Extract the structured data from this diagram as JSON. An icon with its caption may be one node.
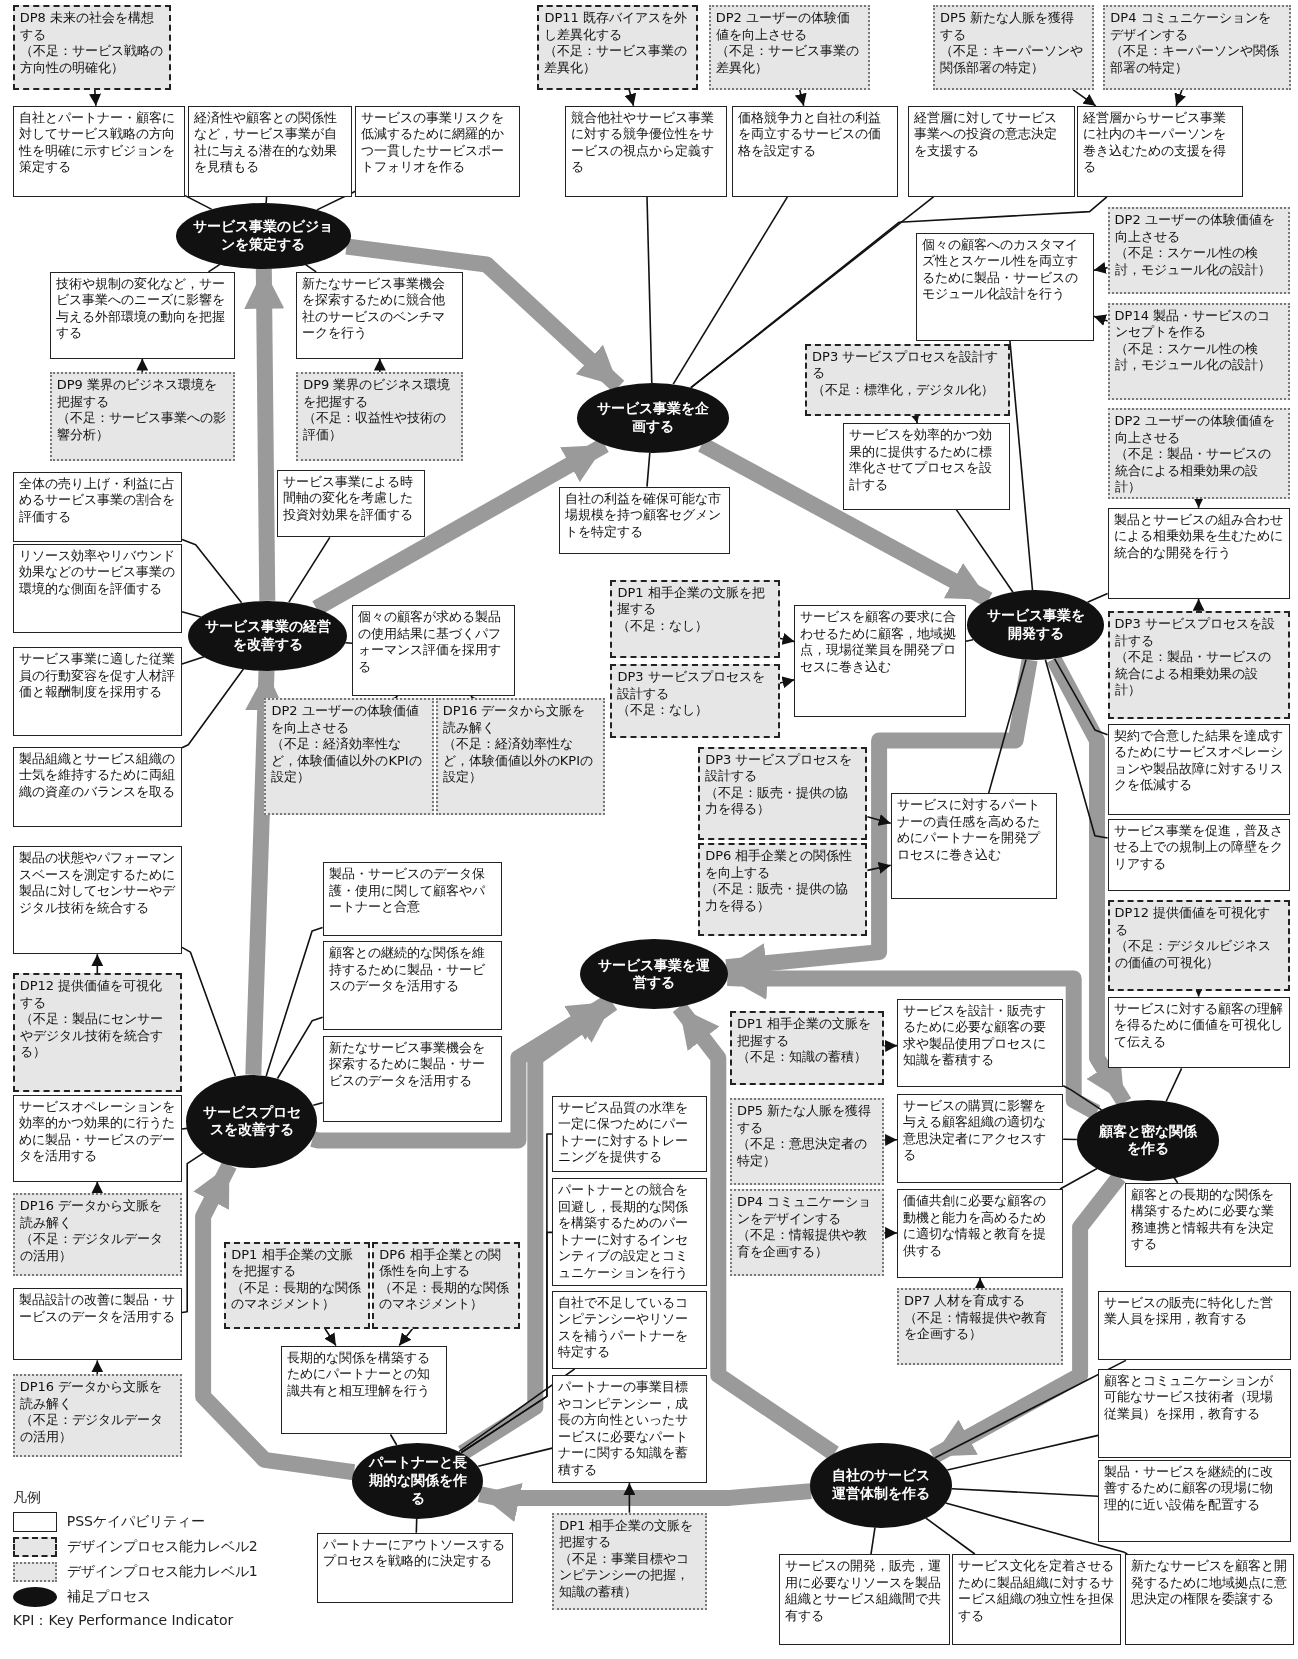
{
  "diagram": {
    "nodes": [
      {
        "text": [
          "DP8 未来の社会を構想する",
          "（不足：サービス戦略の方向性の明確化）"
        ]
      },
      {
        "text": [
          "DP11 既存バイアスを外し差異化する",
          "（不足：サービス事業の差異化）"
        ]
      },
      {
        "text": [
          "DP2 ユーザーの体験価値を向上させる",
          "（不足：サービス事業の差異化）"
        ]
      },
      {
        "text": [
          "DP5 新たな人脈を獲得する",
          "（不足：キーパーソンや関係部署の特定）"
        ]
      },
      {
        "text": [
          "DP4 コミュニケーションをデザインする",
          "（不足：キーパーソンや関係部署の特定）"
        ]
      },
      {
        "text": [
          "自社とパートナー・顧客に対してサービス戦略の方向性を明確に示すビジョンを策定する"
        ]
      },
      {
        "text": [
          "経済性や顧客との関係性など，サービス事業が自社に与える潜在的な効果を見積もる"
        ]
      },
      {
        "text": [
          "サービスの事業リスクを低減するために網羅的かつ一貫したサービスポートフォリオを作る"
        ]
      },
      {
        "text": [
          "競合他社やサービス事業に対する競争優位性をサービスの視点から定義する"
        ]
      },
      {
        "text": [
          "価格競争力と自社の利益を両立するサービスの価格を設定する"
        ]
      },
      {
        "text": [
          "経営層に対してサービス事業への投資の意志決定を支援する"
        ]
      },
      {
        "text": [
          "経営層からサービス事業に社内のキーパーソンを巻き込むための支援を得る"
        ]
      },
      {
        "text": [
          "サービス事業のビジョンを策定する"
        ]
      },
      {
        "text": [
          "技術や規制の変化など，サービス事業へのニーズに影響を与える外部環境の動向を把握する"
        ]
      },
      {
        "text": [
          "新たなサービス事業機会を探索するために競合他社のサービスのベンチマークを行う"
        ]
      },
      {
        "text": [
          "個々の顧客へのカスタマイズ性とスケール性を両立するために製品・サービスのモジュール化設計を行う"
        ]
      },
      {
        "text": [
          "DP2 ユーザーの体験価値を向上させる",
          "（不足：スケール性の検討，モジュール化の設計）"
        ]
      },
      {
        "text": [
          "DP14 製品・サービスのコンセプトを作る",
          "（不足：スケール性の検討，モジュール化の設計）"
        ]
      },
      {
        "text": [
          "DP9 業界のビジネス環境を把握する",
          "（不足：サービス事業への影響分析）"
        ]
      },
      {
        "text": [
          "DP9 業界のビジネス環境を把握する",
          "（不足：収益性や技術の評価）"
        ]
      },
      {
        "text": [
          "DP3 サービスプロセスを設計する",
          "（不足：標準化，デジタル化）"
        ]
      },
      {
        "text": [
          "サービス事業を企画する"
        ]
      },
      {
        "text": [
          "サービスを効率的かつ効果的に提供するために標準化させてプロセスを設計する"
        ]
      },
      {
        "text": [
          "DP2 ユーザーの体験価値を向上させる",
          "（不足：製品・サービスの統合による相乗効果の設計）"
        ]
      },
      {
        "text": [
          "全体の売り上げ・利益に占めるサービス事業の割合を評価する"
        ]
      },
      {
        "text": [
          "サービス事業による時間軸の変化を考慮した投資対効果を評価する"
        ]
      },
      {
        "text": [
          "自社の利益を確保可能な市場規模を持つ顧客セグメントを特定する"
        ]
      },
      {
        "text": [
          "製品とサービスの組み合わせによる相乗効果を生むために統合的な開発を行う"
        ]
      },
      {
        "text": [
          "リソース効率やリバウンド効果などのサービス事業の環境的な側面を評価する"
        ]
      },
      {
        "text": [
          "サービス事業の経営を改善する"
        ]
      },
      {
        "text": [
          "個々の顧客が求める製品の使用結果に基づくパフォーマンス評価を採用する"
        ]
      },
      {
        "text": [
          "DP1 相手企業の文脈を把握する",
          "（不足：なし）"
        ]
      },
      {
        "text": [
          "サービスを顧客の要求に合わせるために顧客，地域拠点，現場従業員を開発プロセスに巻き込む"
        ]
      },
      {
        "text": [
          "サービス事業を開発する"
        ]
      },
      {
        "text": [
          "DP3 サービスプロセスを設計する",
          "（不足：製品・サービスの統合による相乗効果の設計）"
        ]
      },
      {
        "text": [
          "DP3 サービスプロセスを設計する",
          "（不足：なし）"
        ]
      },
      {
        "text": [
          "サービス事業に適した従業員の行動変容を促す人材評価と報酬制度を採用する"
        ]
      },
      {
        "text": [
          "DP2 ユーザーの体験価値を向上させる",
          "（不足：経済効率性など，体験価値以外のKPIの設定）"
        ]
      },
      {
        "text": [
          "DP16 データから文脈を読み解く",
          "（不足：経済効率性など，体験価値以外のKPIの設定）"
        ]
      },
      {
        "text": [
          "契約で合意した結果を達成するためにサービスオペレーションや製品故障に対するリスクを低減する"
        ]
      },
      {
        "text": [
          "製品組織とサービス組織の士気を維持するために両組織の資産のバランスを取る"
        ]
      },
      {
        "text": [
          "DP3 サービスプロセスを設計する",
          "（不足：販売・提供の協力を得る）"
        ]
      },
      {
        "text": [
          "サービスに対するパートナーの責任感を高めるためにパートナーを開発プロセスに巻き込む"
        ]
      },
      {
        "text": [
          "DP6 相手企業との関係性を向上する",
          "（不足：販売・提供の協力を得る）"
        ]
      },
      {
        "text": [
          "サービス事業を促進，普及させる上での規制上の障壁をクリアする"
        ]
      },
      {
        "text": [
          "製品の状態やパフォーマンスベースを測定するために製品に対してセンサーやデジタル技術を統合する"
        ]
      },
      {
        "text": [
          "製品・サービスのデータ保護・使用に関して顧客やパートナーと合意"
        ]
      },
      {
        "text": [
          "DP12 提供価値を可視化する",
          "（不足：デジタルビジネスの価値の可視化）"
        ]
      },
      {
        "text": [
          "サービス事業を運営する"
        ]
      },
      {
        "text": [
          "顧客との継続的な関係を維持するために製品・サービスのデータを活用する"
        ]
      },
      {
        "text": [
          "DP12 提供価値を可視化する",
          "（不足：製品にセンサーやデジタル技術を統合する）"
        ]
      },
      {
        "text": [
          "サービスに対する顧客の理解を得るために価値を可視化して伝える"
        ]
      },
      {
        "text": [
          "DP1 相手企業の文脈を把握する",
          "（不足：知識の蓄積）"
        ]
      },
      {
        "text": [
          "サービスを設計・販売するために必要な顧客の要求や製品使用プロセスに知識を蓄積する"
        ]
      },
      {
        "text": [
          "新たなサービス事業機会を探索するために製品・サービスのデータを活用する"
        ]
      },
      {
        "text": [
          "サービスオペレーションを効率的かつ効果的に行うために製品・サービスのデータを活用する"
        ]
      },
      {
        "text": [
          "サービスプロセスを改善する"
        ]
      },
      {
        "text": [
          "顧客と密な関係を作る"
        ]
      },
      {
        "text": [
          "サービス品質の水準を一定に保つためにパートナーに対するトレーニングを提供する"
        ]
      },
      {
        "text": [
          "DP5 新たな人脈を獲得する",
          "（不足：意思決定者の特定）"
        ]
      },
      {
        "text": [
          "サービスの購買に影響を与える顧客組織の適切な意思決定者にアクセスする"
        ]
      },
      {
        "text": [
          "DP4 コミュニケーションをデザインする",
          "（不足：情報提供や教育を企画する）"
        ]
      },
      {
        "text": [
          "価値共創に必要な顧客の動機と能力を高めるために適切な情報と教育を提供する"
        ]
      },
      {
        "text": [
          "顧客との長期的な関係を構築するために必要な業務連携と情報共有を決定する"
        ]
      },
      {
        "text": [
          "DP16 データから文脈を読み解く",
          "（不足：デジタルデータの活用）"
        ]
      },
      {
        "text": [
          "パートナーとの競合を回避し，長期的な関係を構築するためのパートナーに対するインセンティブの設定とコミュニケーションを行う"
        ]
      },
      {
        "text": [
          "DP1 相手企業の文脈を把握する",
          "（不足：長期的な関係のマネジメント）"
        ]
      },
      {
        "text": [
          "DP6 相手企業との関係性を向上する",
          "（不足：長期的な関係のマネジメント）"
        ]
      },
      {
        "text": [
          "製品設計の改善に製品・サービスのデータを活用する"
        ]
      },
      {
        "text": [
          "DP7 人材を育成する",
          "（不足：情報提供や教育を企画する）"
        ]
      },
      {
        "text": [
          "サービスの販売に特化した営業人員を採用，教育する"
        ]
      },
      {
        "text": [
          "長期的な関係を構築するためにパートナーとの知識共有と相互理解を行う"
        ]
      },
      {
        "text": [
          "自社で不足しているコンピテンシーやリソースを補うパートナーを特定する"
        ]
      },
      {
        "text": [
          "顧客とコミュニケーションが可能なサービス技術者（現場従業員）を採用，教育する"
        ]
      },
      {
        "text": [
          "DP16 データから文脈を読み解く",
          "（不足：デジタルデータの活用）"
        ]
      },
      {
        "text": [
          "パートナーの事業目標やコンピテンシー，成長の方向性といったサービスに必要なパートナーに関する知識を蓄積する"
        ]
      },
      {
        "text": [
          "パートナーと長期的な関係を作る"
        ]
      },
      {
        "text": [
          "自社のサービス運営体制を作る"
        ]
      },
      {
        "text": [
          "製品・サービスを継続的に改善するために顧客の現場に物理的に近い設備を配置する"
        ]
      },
      {
        "text": [
          "パートナーにアウトソースするプロセスを戦略的に決定する"
        ]
      },
      {
        "text": [
          "DP1 相手企業の文脈を把握する",
          "（不足：事業目標やコンピテンシーの把握，知識の蓄積）"
        ]
      },
      {
        "text": [
          "サービスの開発，販売，運用に必要なリソースを製品組織とサービス組織間で共有する"
        ]
      },
      {
        "text": [
          "サービス文化を定着させるために製品組織に対するサービス組織の独立性を担保する"
        ]
      },
      {
        "text": [
          "新たなサービスを顧客と開発するために地域拠点に意思決定の権限を委譲する"
        ]
      }
    ],
    "edges": [
      {
        "from": 0,
        "to": 5,
        "arrow": "to"
      },
      {
        "from": 1,
        "to": 8,
        "arrow": "to"
      },
      {
        "from": 2,
        "to": 9,
        "arrow": "to"
      },
      {
        "from": 3,
        "to": 11,
        "arrow": "to"
      },
      {
        "from": 4,
        "to": 11,
        "arrow": "to"
      },
      {
        "from": 16,
        "to": 15,
        "arrow": "to"
      },
      {
        "from": 17,
        "to": 15,
        "arrow": "to"
      },
      {
        "from": 18,
        "to": 13,
        "arrow": "to"
      },
      {
        "from": 19,
        "to": 14,
        "arrow": "to"
      },
      {
        "from": 20,
        "to": 22,
        "arrow": "to"
      },
      {
        "from": 23,
        "to": 27,
        "arrow": "to"
      },
      {
        "from": 34,
        "to": 27,
        "arrow": "to"
      },
      {
        "from": 37,
        "to": 30,
        "arrow": "to"
      },
      {
        "from": 38,
        "to": 30,
        "arrow": "to"
      },
      {
        "from": 31,
        "to": 32,
        "arrow": "to"
      },
      {
        "from": 35,
        "to": 32,
        "arrow": "to"
      },
      {
        "from": 41,
        "to": 42,
        "arrow": "to"
      },
      {
        "from": 43,
        "to": 42,
        "arrow": "to"
      },
      {
        "from": 47,
        "to": 51,
        "arrow": "to"
      },
      {
        "from": 50,
        "to": 45,
        "arrow": "to"
      },
      {
        "from": 52,
        "to": 53,
        "arrow": "to"
      },
      {
        "from": 59,
        "to": 60,
        "arrow": "to"
      },
      {
        "from": 61,
        "to": 62,
        "arrow": "to"
      },
      {
        "from": 69,
        "to": 62,
        "arrow": "to"
      },
      {
        "from": 64,
        "to": 55,
        "arrow": "to"
      },
      {
        "from": 74,
        "to": 68,
        "arrow": "to"
      },
      {
        "from": 66,
        "to": 71,
        "arrow": "to"
      },
      {
        "from": 67,
        "to": 71,
        "arrow": "to"
      },
      {
        "from": 80,
        "to": 75,
        "arrow": "to"
      },
      {
        "from": 12,
        "to": 5,
        "arrow": "none"
      },
      {
        "from": 12,
        "to": 6,
        "arrow": "none"
      },
      {
        "from": 12,
        "to": 7,
        "arrow": "none"
      },
      {
        "from": 12,
        "to": 13,
        "arrow": "none"
      },
      {
        "from": 12,
        "to": 14,
        "arrow": "none"
      },
      {
        "from": 21,
        "to": 8,
        "arrow": "none"
      },
      {
        "from": 21,
        "to": 9,
        "arrow": "none"
      },
      {
        "from": 21,
        "to": 10,
        "arrow": "none"
      },
      {
        "from": 21,
        "to": 11,
        "arrow": "none"
      },
      {
        "from": 21,
        "to": 26,
        "arrow": "none"
      },
      {
        "from": 33,
        "to": 15,
        "arrow": "none"
      },
      {
        "from": 33,
        "to": 22,
        "arrow": "none"
      },
      {
        "from": 33,
        "to": 27,
        "arrow": "none"
      },
      {
        "from": 33,
        "to": 32,
        "arrow": "none"
      },
      {
        "from": 33,
        "to": 42,
        "arrow": "none"
      },
      {
        "from": 33,
        "to": 39,
        "arrow": "none"
      },
      {
        "from": 33,
        "to": 44,
        "arrow": "none"
      },
      {
        "from": 29,
        "to": 24,
        "arrow": "none"
      },
      {
        "from": 29,
        "to": 25,
        "arrow": "none"
      },
      {
        "from": 29,
        "to": 28,
        "arrow": "none"
      },
      {
        "from": 29,
        "to": 36,
        "arrow": "none"
      },
      {
        "from": 29,
        "to": 40,
        "arrow": "none"
      },
      {
        "from": 29,
        "to": 30,
        "arrow": "none"
      },
      {
        "from": 56,
        "to": 45,
        "arrow": "none"
      },
      {
        "from": 56,
        "to": 46,
        "arrow": "none"
      },
      {
        "from": 56,
        "to": 49,
        "arrow": "none"
      },
      {
        "from": 56,
        "to": 54,
        "arrow": "none"
      },
      {
        "from": 56,
        "to": 55,
        "arrow": "none"
      },
      {
        "from": 56,
        "to": 68,
        "arrow": "none"
      },
      {
        "from": 57,
        "to": 53,
        "arrow": "none"
      },
      {
        "from": 57,
        "to": 60,
        "arrow": "none"
      },
      {
        "from": 57,
        "to": 62,
        "arrow": "none"
      },
      {
        "from": 57,
        "to": 63,
        "arrow": "none"
      },
      {
        "from": 57,
        "to": 51,
        "arrow": "none"
      },
      {
        "from": 76,
        "to": 58,
        "arrow": "none"
      },
      {
        "from": 76,
        "to": 65,
        "arrow": "none"
      },
      {
        "from": 76,
        "to": 71,
        "arrow": "none"
      },
      {
        "from": 76,
        "to": 72,
        "arrow": "none"
      },
      {
        "from": 76,
        "to": 75,
        "arrow": "none"
      },
      {
        "from": 76,
        "to": 79,
        "arrow": "none"
      },
      {
        "from": 77,
        "to": 70,
        "arrow": "none"
      },
      {
        "from": 77,
        "to": 73,
        "arrow": "none"
      },
      {
        "from": 77,
        "to": 78,
        "arrow": "none"
      },
      {
        "from": 77,
        "to": 81,
        "arrow": "none"
      },
      {
        "from": 77,
        "to": 82,
        "arrow": "none"
      },
      {
        "from": 77,
        "to": 83,
        "arrow": "none"
      },
      {
        "from": 12,
        "to": 21,
        "arrow": "to",
        "style": "thick",
        "color": "#9a9a9a"
      },
      {
        "from": 21,
        "to": 33,
        "arrow": "to",
        "style": "thick",
        "color": "#9a9a9a"
      },
      {
        "from": 33,
        "to": 57,
        "arrow": "to",
        "style": "thick",
        "color": "#9a9a9a"
      },
      {
        "from": 57,
        "to": 77,
        "arrow": "to",
        "style": "thick",
        "color": "#9a9a9a"
      },
      {
        "from": 77,
        "to": 76,
        "arrow": "to",
        "style": "thick",
        "color": "#9a9a9a"
      },
      {
        "from": 76,
        "to": 56,
        "arrow": "to",
        "style": "thick",
        "color": "#9a9a9a"
      },
      {
        "from": 56,
        "to": 29,
        "arrow": "to",
        "style": "thick",
        "color": "#9a9a9a"
      },
      {
        "from": 29,
        "to": 12,
        "arrow": "to",
        "style": "thick",
        "color": "#9a9a9a"
      },
      {
        "from": 29,
        "to": 21,
        "arrow": "to",
        "style": "thick",
        "color": "#9a9a9a"
      },
      {
        "from": 33,
        "to": 48,
        "arrow": "to",
        "style": "thick",
        "color": "#9a9a9a"
      },
      {
        "from": 57,
        "to": 48,
        "arrow": "to",
        "style": "thick",
        "color": "#9a9a9a"
      },
      {
        "from": 77,
        "to": 48,
        "arrow": "to",
        "style": "thick",
        "color": "#9a9a9a"
      },
      {
        "from": 76,
        "to": 48,
        "arrow": "to",
        "style": "thick",
        "color": "#9a9a9a"
      },
      {
        "from": 56,
        "to": 48,
        "arrow": "to",
        "style": "thick",
        "color": "#9a9a9a"
      }
    ],
    "labels": [
      "凡例",
      "KPI：Key Performance Indicator"
    ],
    "legend": [
      {
        "text": "PSSケイパビリティー"
      },
      {
        "text": "デザインプロセス能力レベル2"
      },
      {
        "text": "デザインプロセス能力レベル1"
      },
      {
        "text": "補足プロセス"
      }
    ]
  }
}
